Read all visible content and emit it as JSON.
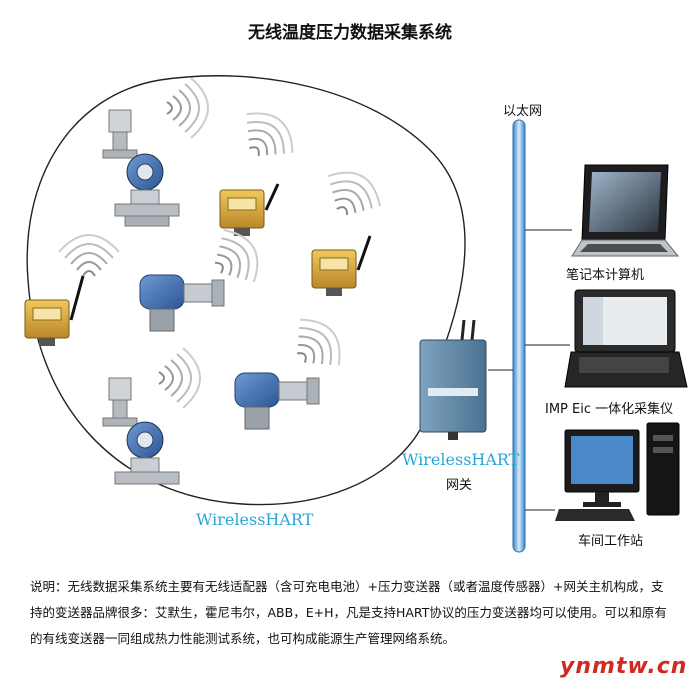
{
  "title": "无线温度压力数据采集系统",
  "network": {
    "ethernet_label": "以太网",
    "gateway_protocol": "WirelessHART",
    "gateway_label": "网关",
    "field_protocol": "WirelessHART"
  },
  "clients": [
    {
      "label": "笔记本计算机",
      "icon": "laptop-icon"
    },
    {
      "label": "IMP Eic 一体化采集仪",
      "icon": "rugged-laptop-icon"
    },
    {
      "label": "车间工作站",
      "icon": "workstation-icon"
    }
  ],
  "field_devices": [
    {
      "type": "pressure-transmitter",
      "icon": "pressure-transmitter-icon"
    },
    {
      "type": "wireless-adapter",
      "icon": "wireless-adapter-icon"
    },
    {
      "type": "wireless-adapter",
      "icon": "wireless-adapter-icon"
    },
    {
      "type": "wireless-adapter",
      "icon": "wireless-adapter-icon"
    },
    {
      "type": "level-transmitter",
      "icon": "level-transmitter-icon"
    },
    {
      "type": "pressure-transmitter",
      "icon": "pressure-transmitter-icon"
    },
    {
      "type": "level-transmitter",
      "icon": "level-transmitter-icon"
    }
  ],
  "description": "说明：无线数据采集系统主要有无线适配器（含可充电电池）+压力变送器（或者温度传感器）+网关主机构成，支持的变送器品牌很多：艾默生，霍尼韦尔，ABB，E+H，凡是支持HART协议的压力变送器均可以使用。可以和原有的有线变送器一同组成热力性能测试系统，也可构成能源生产管理网络系统。",
  "watermark": "ynmtw.cn",
  "colors": {
    "protocol_text": "#2aa6d6",
    "watermark": "#d12a1f",
    "adapter_body": "#d9a93a",
    "transmitter_blue": "#3d6fb5",
    "gateway_body": "#5f88a8"
  }
}
